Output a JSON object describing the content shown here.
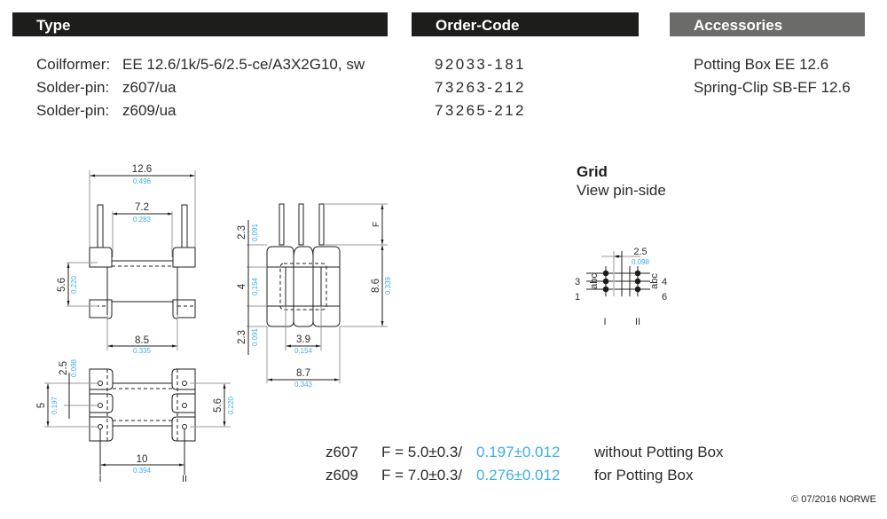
{
  "headers": {
    "type": "Type",
    "order_code": "Order-Code",
    "accessories": "Accessories"
  },
  "type_rows": [
    {
      "label": "Coilformer:",
      "value": "EE 12.6/1k/5-6/2.5-ce/A3X2G10, sw"
    },
    {
      "label": "Solder-pin:",
      "value": "z607/ua"
    },
    {
      "label": "Solder-pin:",
      "value": "z609/ua"
    }
  ],
  "order_codes": [
    "92033-181",
    "73263-212",
    "73265-212"
  ],
  "accessories": [
    "Potting Box EE 12.6",
    "Spring-Clip SB-EF 12.6"
  ],
  "colors": {
    "header_dark": "#1d1d1b",
    "header_gray": "#6b6b6a",
    "inch_blue": "#3daee9",
    "line": "#1d1d1b"
  },
  "drawing": {
    "front_view": {
      "width": {
        "mm": "12.6",
        "inch": "0.496"
      },
      "inner": {
        "mm": "7.2",
        "inch": "0.283"
      },
      "height": {
        "mm": "5.6",
        "inch": "0.220"
      },
      "bottom": {
        "mm": "8.5",
        "inch": "0.335"
      }
    },
    "side_view": {
      "top_flange": {
        "mm": "2.3",
        "inch": "0.091"
      },
      "middle": {
        "mm": "4",
        "inch": "0.154"
      },
      "bottom_flange": {
        "mm": "2.3",
        "inch": "0.091"
      },
      "total": {
        "mm": "8.6",
        "inch": "0.339"
      },
      "pin_label": "F",
      "core": {
        "mm": "3.9",
        "inch": "0.154"
      },
      "width": {
        "mm": "8.7",
        "inch": "0.343"
      }
    },
    "bottom_view": {
      "pitch": {
        "mm": "2.5",
        "inch": "0.098"
      },
      "span": {
        "mm": "5",
        "inch": "0.197"
      },
      "height": {
        "mm": "5.6",
        "inch": "0.220"
      },
      "row_distance": {
        "mm": "10",
        "inch": "0.394"
      },
      "row_labels": [
        "I",
        "II"
      ]
    }
  },
  "grid": {
    "title": "Grid",
    "subtitle": "View pin-side",
    "pitch": {
      "mm": "2.5",
      "inch": "0.098"
    },
    "left_numbers": [
      "3",
      "1"
    ],
    "right_numbers": [
      "4",
      "6"
    ],
    "letters": "abc",
    "row_labels": [
      "I",
      "II"
    ]
  },
  "pin_options": [
    {
      "code": "z607",
      "formula": "F = 5.0±0.3/",
      "inch": "0.197±0.012",
      "note": "without Potting Box"
    },
    {
      "code": "z609",
      "formula": "F = 7.0±0.3/",
      "inch": "0.276±0.012",
      "note": "for Potting Box"
    }
  ],
  "copyright": "© 07/2016 NORWE"
}
